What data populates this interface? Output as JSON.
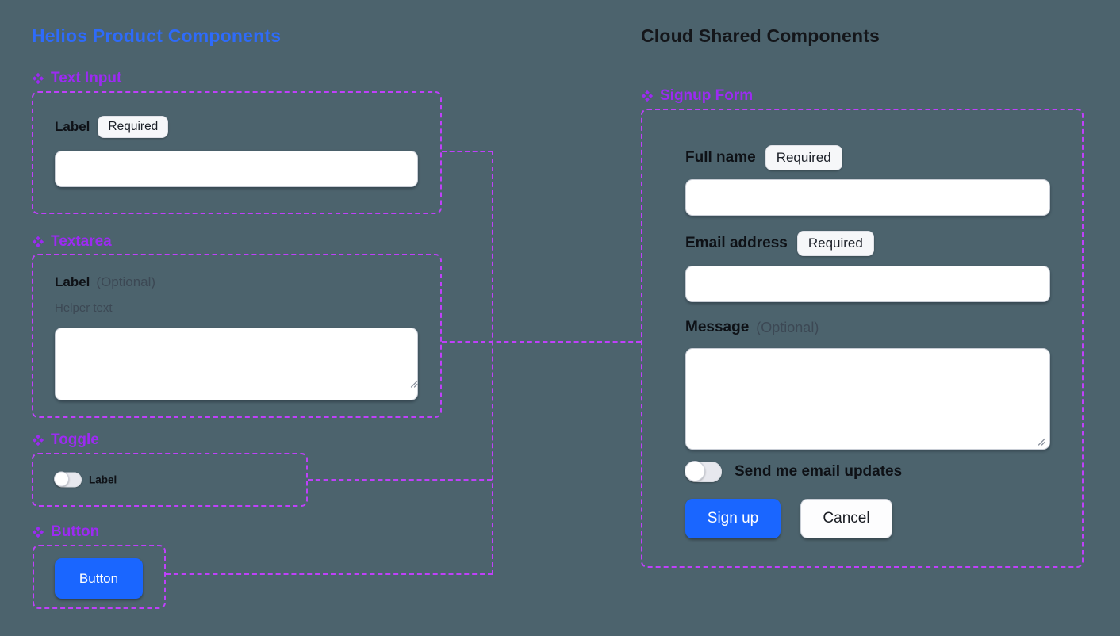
{
  "colors": {
    "canvas_background": "#4c636d",
    "left_title_blue": "#2e6bfa",
    "component_label_purple": "#9c2bf2",
    "outline_purple": "#bf40fa",
    "primary_button_blue": "#1a66ff",
    "right_title_dark": "#14161a"
  },
  "icons": {
    "component_icon": "four-diamond-component-glyph",
    "resize_handle_icon": "diagonal-resize-grip"
  },
  "left_panel": {
    "title": "Helios Product Components",
    "text_input": {
      "component_name": "Text Input",
      "label": "Label",
      "badge": "Required",
      "value": ""
    },
    "textarea": {
      "component_name": "Textarea",
      "label": "Label",
      "optional": "(Optional)",
      "helper_text": "Helper text",
      "value": ""
    },
    "toggle": {
      "component_name": "Toggle",
      "label": "Label",
      "state": "off"
    },
    "button": {
      "component_name": "Button",
      "label": "Button"
    }
  },
  "right_panel": {
    "title": "Cloud Shared Components",
    "signup_form": {
      "component_name": "Signup Form",
      "full_name": {
        "label": "Full name",
        "badge": "Required",
        "value": ""
      },
      "email": {
        "label": "Email address",
        "badge": "Required",
        "value": ""
      },
      "message": {
        "label": "Message",
        "optional": "(Optional)",
        "value": ""
      },
      "email_updates_toggle": {
        "label": "Send me email updates",
        "state": "off"
      },
      "sign_up_button": "Sign up",
      "cancel_button": "Cancel"
    }
  }
}
